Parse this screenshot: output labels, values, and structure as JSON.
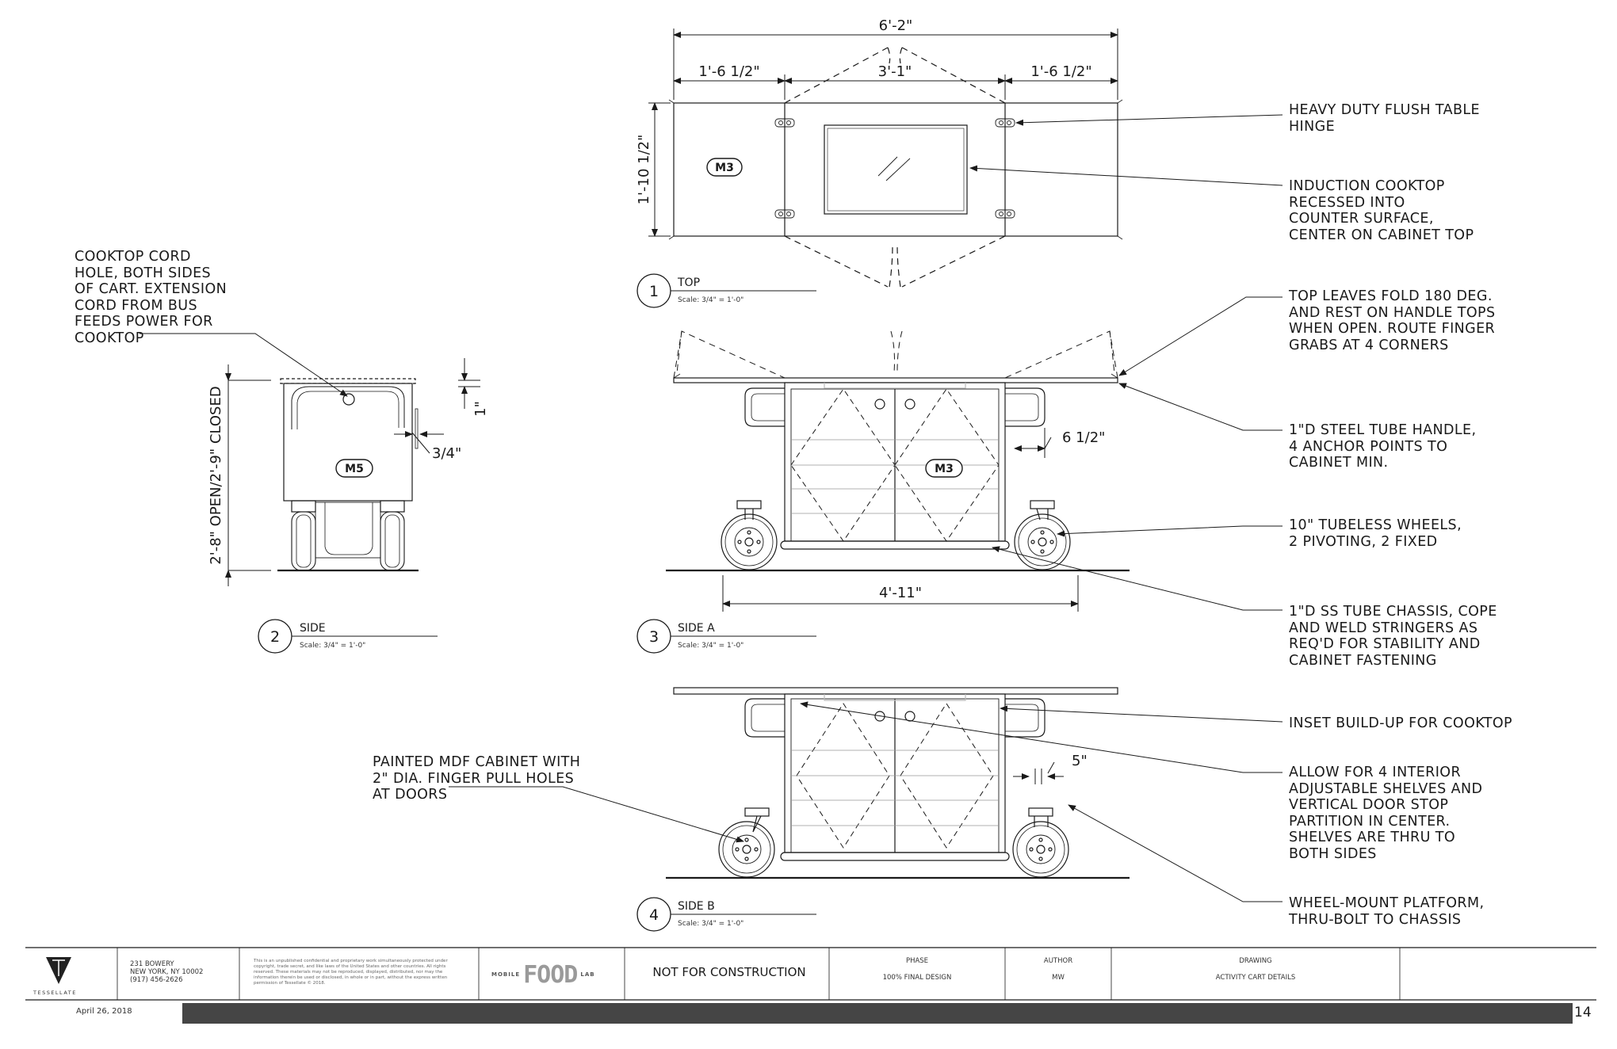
{
  "views": {
    "top": {
      "number": "1",
      "title": "TOP",
      "scale": "Scale:  3/4\" = 1'-0\""
    },
    "side": {
      "number": "2",
      "title": "SIDE",
      "scale": "Scale:  3/4\" = 1'-0\""
    },
    "side_a": {
      "number": "3",
      "title": "SIDE A",
      "scale": "Scale:  3/4\" = 1'-0\""
    },
    "side_b": {
      "number": "4",
      "title": "SIDE B",
      "scale": "Scale:  3/4\" = 1'-0\""
    }
  },
  "dimensions": {
    "overall_width": "6'-2\"",
    "left_leaf": "1'-6 1/2\"",
    "center": "3'-1\"",
    "right_leaf": "1'-6 1/2\"",
    "top_depth": "1'-10 1/2\"",
    "side_height": "2'-8\" OPEN/2'-9\" CLOSED",
    "side_top": "1\"",
    "side_offset": "3/4\"",
    "handle_offset": "6 1/2\"",
    "base_length": "4'-11\"",
    "platform_offset": "5\""
  },
  "tags": {
    "m3": "M3",
    "m5": "M5"
  },
  "notes": {
    "hinge": "HEAVY DUTY FLUSH TABLE\nHINGE",
    "cooktop": "INDUCTION COOKTOP\nRECESSED INTO\nCOUNTER SURFACE,\nCENTER ON CABINET TOP",
    "leaves": "TOP LEAVES FOLD 180 DEG.\nAND REST ON HANDLE TOPS\nWHEN OPEN. ROUTE FINGER\nGRABS AT 4 CORNERS",
    "handle": "1\"D STEEL TUBE HANDLE,\n4 ANCHOR POINTS TO\nCABINET MIN.",
    "wheels": "10\" TUBELESS WHEELS,\n2 PIVOTING, 2 FIXED",
    "chassis": "1\"D SS TUBE CHASSIS, COPE\nAND WELD STRINGERS AS\nREQ'D FOR STABILITY AND\nCABINET FASTENING",
    "inset": "INSET BUILD-UP FOR COOKTOP",
    "shelves": "ALLOW FOR 4 INTERIOR\nADJUSTABLE SHELVES AND\nVERTICAL DOOR STOP\nPARTITION IN CENTER.\nSHELVES ARE THRU TO\nBOTH SIDES",
    "platform": "WHEEL-MOUNT PLATFORM,\nTHRU-BOLT TO CHASSIS",
    "cord": "COOKTOP CORD\nHOLE, BOTH SIDES\nOF CART. EXTENSION\nCORD FROM BUS\nFEEDS POWER FOR\nCOOKTOP",
    "cabinet": "PAINTED MDF CABINET WITH\n2\" DIA. FINGER PULL HOLES\nAT DOORS"
  },
  "title_block": {
    "firm": "TESSELLATE",
    "address": "231 BOWERY\nNEW YORK, NY 10002\n(917) 456-2626",
    "disclaimer": "This is an unpublished confidential and proprietary work simultaneously protected under copyright, trade secret, and like laws of the United States and other countries. All rights reserved. These materials may not be reproduced, displayed, distributed, nor may the information therein be used or disclosed, in whole or in part, without the express written permission of Tessellate © 2018.",
    "project_logo_left": "MOBILE",
    "project_logo_main": "FOOD",
    "project_logo_right": "LAB",
    "status": "NOT FOR CONSTRUCTION",
    "phase_label": "PHASE",
    "phase": "100% FINAL DESIGN",
    "author_label": "AUTHOR",
    "author": "MW",
    "drawing_label": "DRAWING",
    "drawing": "ACTIVITY CART DETAILS",
    "date": "April 26, 2018",
    "sheet": "14"
  }
}
